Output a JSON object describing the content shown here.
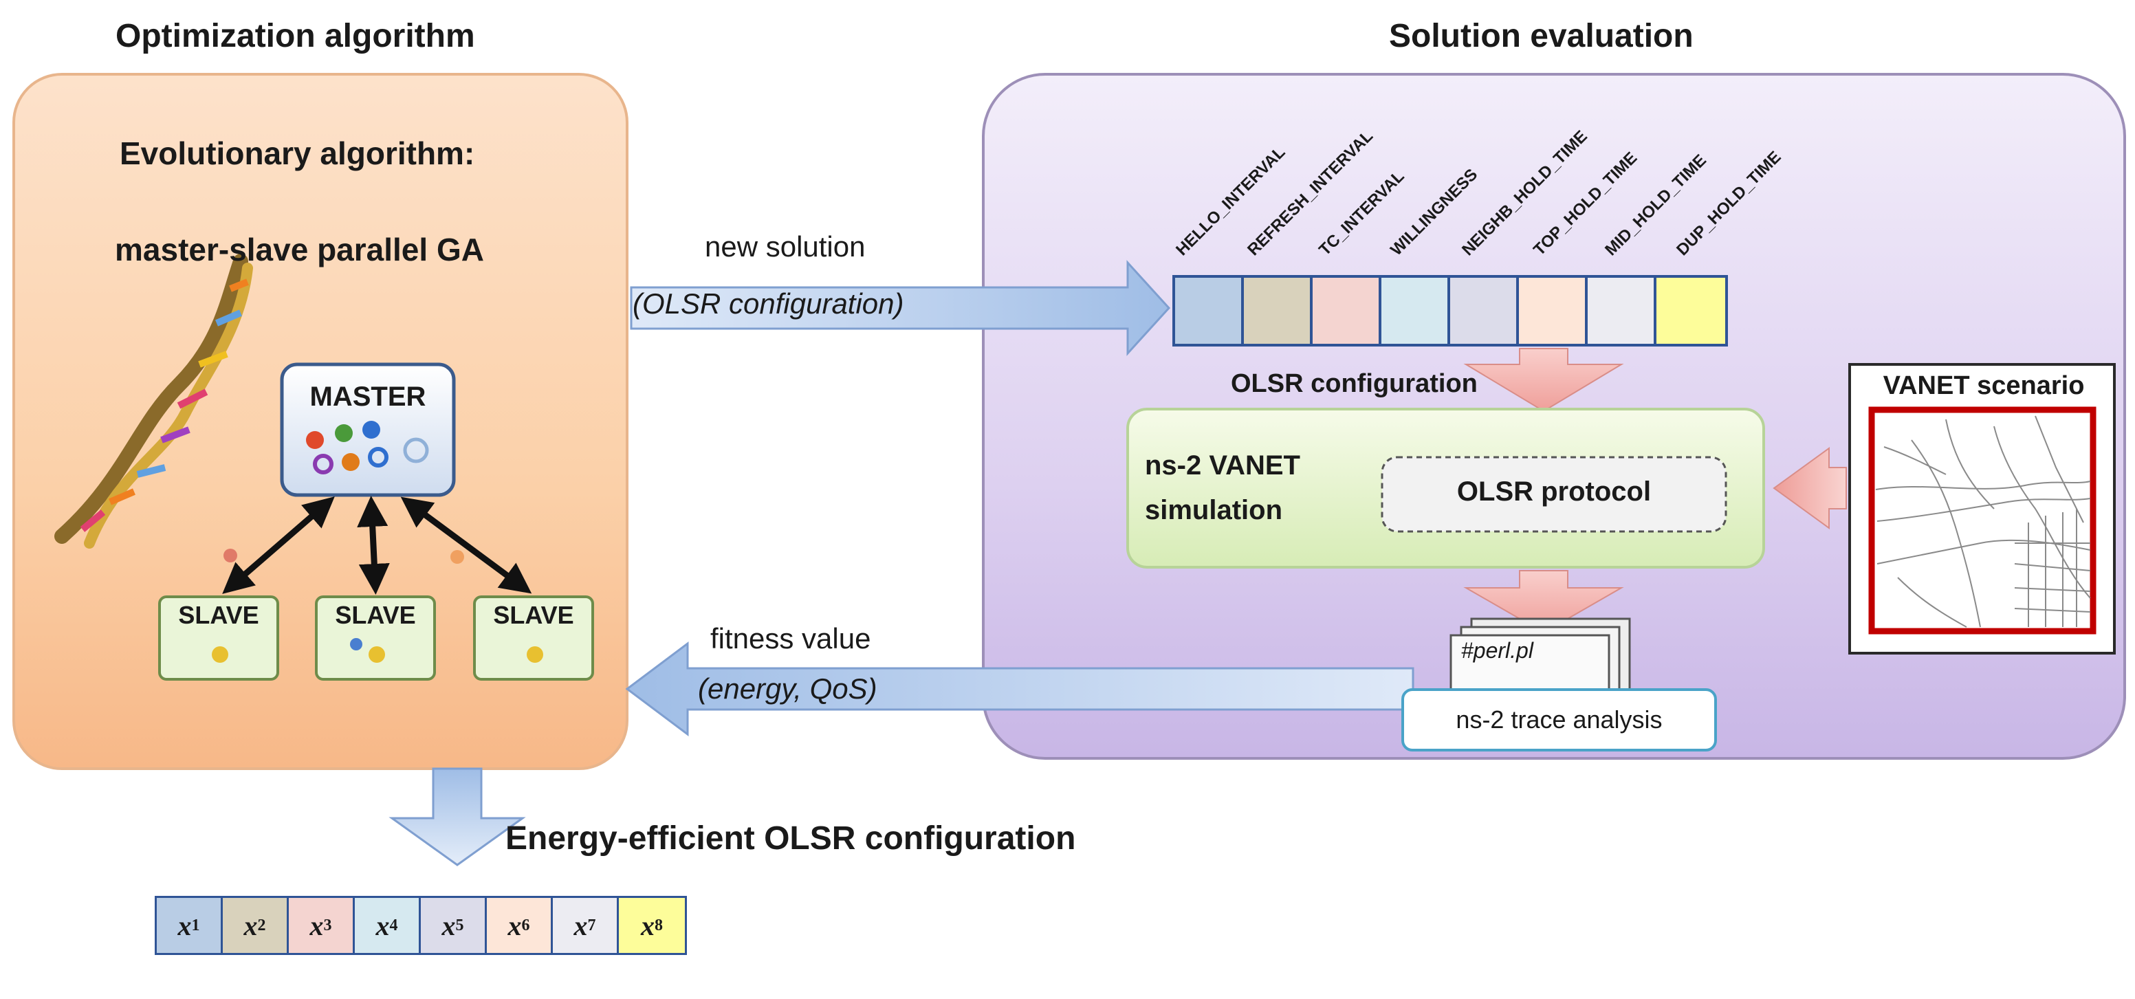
{
  "headings": {
    "left": "Optimization algorithm",
    "right": "Solution evaluation",
    "output": "Energy-efficient OLSR configuration"
  },
  "left_panel": {
    "title_line1": "Evolutionary algorithm:",
    "title_line2": "master-slave parallel GA",
    "master_label": "MASTER",
    "slave_label": "SLAVE"
  },
  "arrows": {
    "forward_label": "new solution",
    "forward_sublabel": "(OLSR configuration)",
    "back_label": "fitness value",
    "back_sublabel": "(energy, QoS)"
  },
  "right_panel": {
    "params": [
      "HELLO_INTERVAL",
      "REFRESH_INTERVAL",
      "TC_INTERVAL",
      "WILLINGNESS",
      "NEIGHB_HOLD_TIME",
      "TOP_HOLD_TIME",
      "MID_HOLD_TIME",
      "DUP_HOLD_TIME"
    ],
    "vector_colors": [
      "#b9cde5",
      "#d9d2bc",
      "#f4d4d0",
      "#d6e9f0",
      "#dcdcea",
      "#fde6d8",
      "#ececf2",
      "#fdfd9a"
    ],
    "config_label": "OLSR configuration",
    "sim_label_line1": "ns-2 VANET",
    "sim_label_line2": "simulation",
    "protocol_label": "OLSR protocol",
    "scenario_label": "VANET scenario",
    "script_label": "#perl.pl",
    "trace_label": "ns-2 trace analysis"
  },
  "output_vector": {
    "labels": [
      "x1",
      "x2",
      "x3",
      "x4",
      "x5",
      "x6",
      "x7",
      "x8"
    ],
    "var": "x",
    "subs": [
      "1",
      "2",
      "3",
      "4",
      "5",
      "6",
      "7",
      "8"
    ],
    "colors": [
      "#b9cde5",
      "#d9d2bc",
      "#f4d4d0",
      "#d6e9f0",
      "#dcdcea",
      "#fde6d8",
      "#ececf2",
      "#fdfd9a"
    ]
  },
  "colors": {
    "left_panel": "#f9c9a0",
    "right_panel": "#ddd0f0",
    "sim_box": "#e6f3cc",
    "arrow_blue": "#bcd3f2",
    "arrow_pink": "#f4b6b2",
    "scenario_border": "#c00000"
  }
}
